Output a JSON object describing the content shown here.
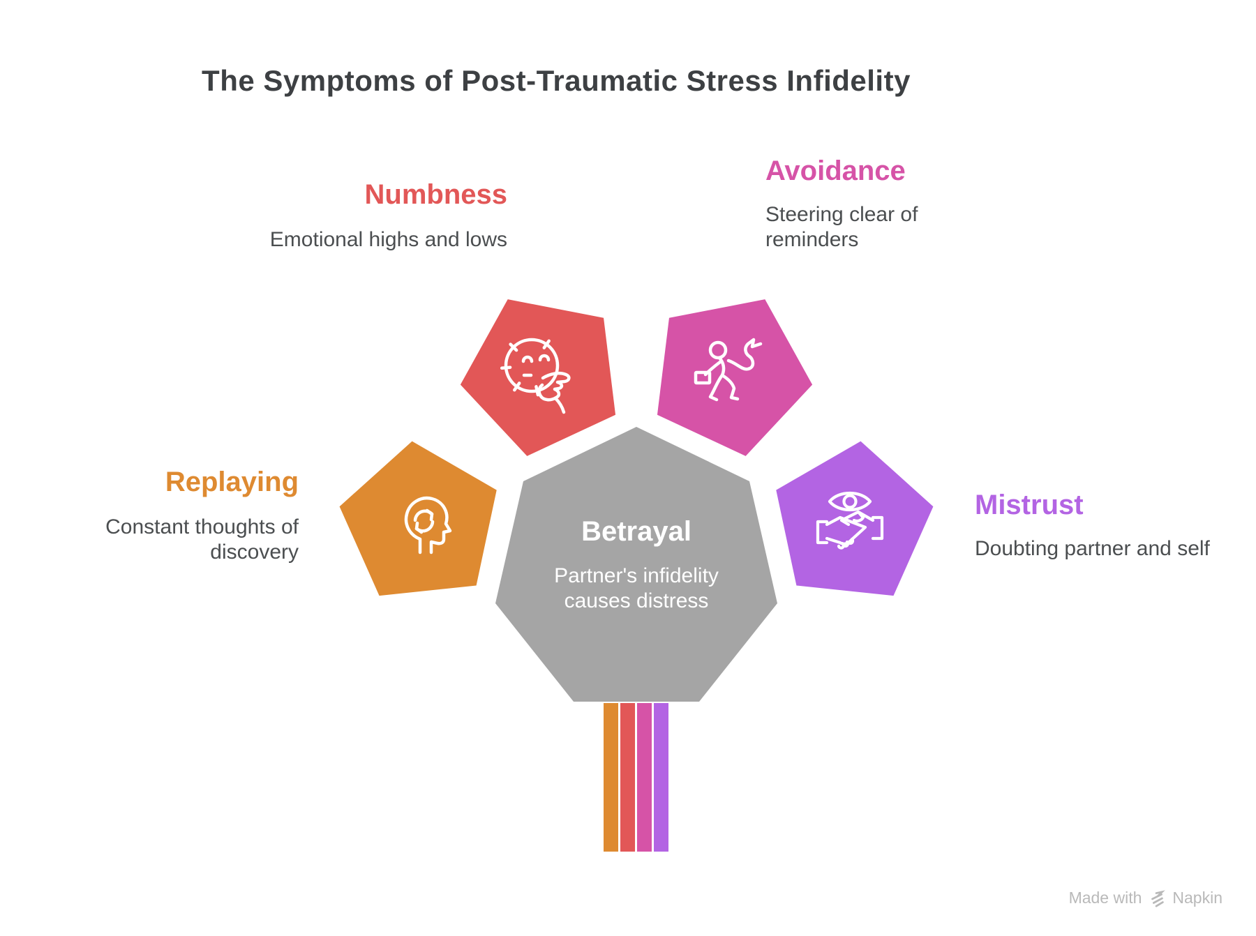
{
  "page": {
    "title": "The Symptoms of Post-Traumatic Stress Infidelity",
    "title_color": "#3d4043",
    "background": "#ffffff"
  },
  "center": {
    "label": "Betrayal",
    "description": "Partner's infidelity causes distress",
    "color": "#a5a5a5",
    "text_color": "#ffffff",
    "shape": "heptagon"
  },
  "symptoms": [
    {
      "label": "Numbness",
      "description": "Emotional highs and lows",
      "color": "#e25757",
      "icon": "numb-face-icon",
      "shape": "pentagon"
    },
    {
      "label": "Avoidance",
      "description": "Steering clear of reminders",
      "color": "#d653a7",
      "icon": "fleeing-person-icon",
      "shape": "pentagon"
    },
    {
      "label": "Replaying",
      "description": "Constant thoughts of discovery",
      "color": "#de8a31",
      "icon": "head-replay-icon",
      "shape": "pentagon"
    },
    {
      "label": "Mistrust",
      "description": "Doubting partner and self",
      "color": "#b364e3",
      "icon": "eye-handshake-icon",
      "shape": "pentagon"
    }
  ],
  "stripes": [
    "#de8a31",
    "#e25757",
    "#d653a7",
    "#b364e3"
  ],
  "watermark": {
    "prefix": "Made with",
    "brand": "Napkin",
    "color": "#b9b9b9"
  }
}
